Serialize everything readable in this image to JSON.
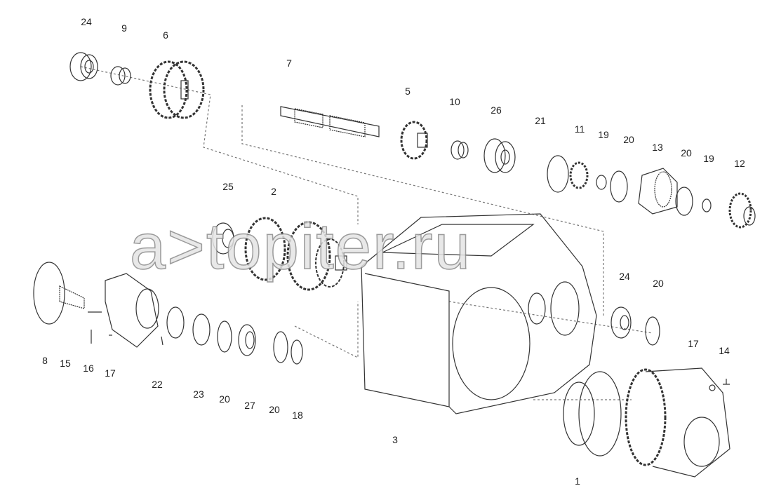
{
  "diagram": {
    "watermark": {
      "prefix": "a",
      "main": "topiter.ru"
    },
    "callouts": [
      "24",
      "9",
      "6",
      "7",
      "5",
      "10",
      "26",
      "21",
      "11",
      "19",
      "20",
      "13",
      "20",
      "19",
      "12",
      "25",
      "2",
      "24",
      "20",
      "8",
      "15",
      "16",
      "17",
      "22",
      "23",
      "20",
      "27",
      "20",
      "18",
      "3",
      "17",
      "14",
      "1"
    ]
  }
}
